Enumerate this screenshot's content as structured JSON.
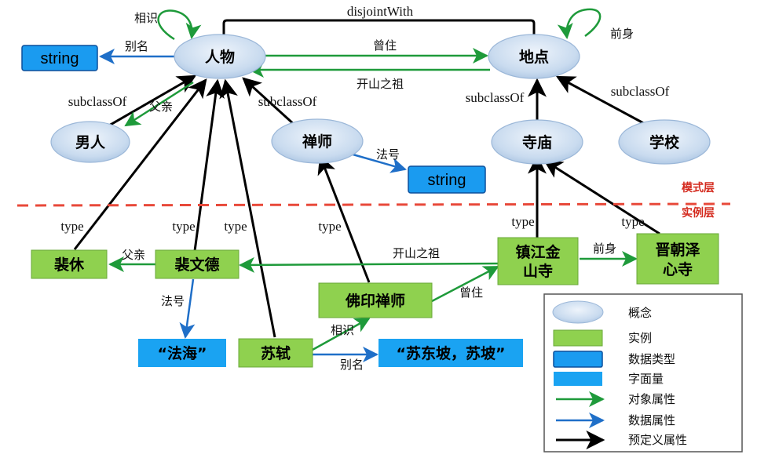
{
  "nodes": {
    "person": "人物",
    "place": "地点",
    "man": "男人",
    "zen_master": "禅师",
    "temple": "寺庙",
    "school": "学校",
    "string_left": "string",
    "string_mid": "string",
    "pei_xiu": "裴休",
    "pei_wende": "裴文德",
    "zhenjiang_l1": "镇江金",
    "zhenjiang_l2": "山寺",
    "jinchao_l1": "晋朝泽",
    "jinchao_l2": "心寺",
    "foyin": "佛印禅师",
    "fahai": "“法海”",
    "sushi": "苏轼",
    "sudongpo": "“苏东坡，苏坡”"
  },
  "edges": {
    "disjoint_with": "disjointWith",
    "acquainted_top": "相识",
    "alias_top": "别名",
    "lived_top": "曾住",
    "founder_top": "开山之祖",
    "predecessor_top": "前身",
    "father_top": "父亲",
    "subclass_man": "subclassOf",
    "subclass_zen": "subclassOf",
    "subclass_temple": "subclassOf",
    "subclass_school": "subclassOf",
    "dharma_name_top": "法号",
    "type_peixiu": "type",
    "type_peiwende": "type",
    "type_sushi": "type",
    "type_foyin": "type",
    "type_zhenjiang": "type",
    "type_jinchao": "type",
    "father_bottom": "父亲",
    "founder_bottom": "开山之祖",
    "predecessor_bottom": "前身",
    "lived_bottom": "曾住",
    "dharma_name_bottom": "法号",
    "acquainted_bottom": "相识",
    "alias_bottom": "别名"
  },
  "layers": {
    "schema": "模式层",
    "instance": "实例层"
  },
  "legend": {
    "concept": "概念",
    "instance": "实例",
    "data_type": "数据类型",
    "literal": "字面量",
    "object_property": "对象属性",
    "data_property": "数据属性",
    "predefined_property": "预定义属性"
  },
  "colors": {
    "object_property": "#1e9a3a",
    "data_property": "#1f6fc8",
    "predefined_property": "#000000",
    "concept_fill": "#c7daf0",
    "instance_fill": "#8fd14f",
    "datatype_fill": "#1a9bf0",
    "layer_divider": "#e8493a",
    "layer_label": "#d42a1e"
  }
}
